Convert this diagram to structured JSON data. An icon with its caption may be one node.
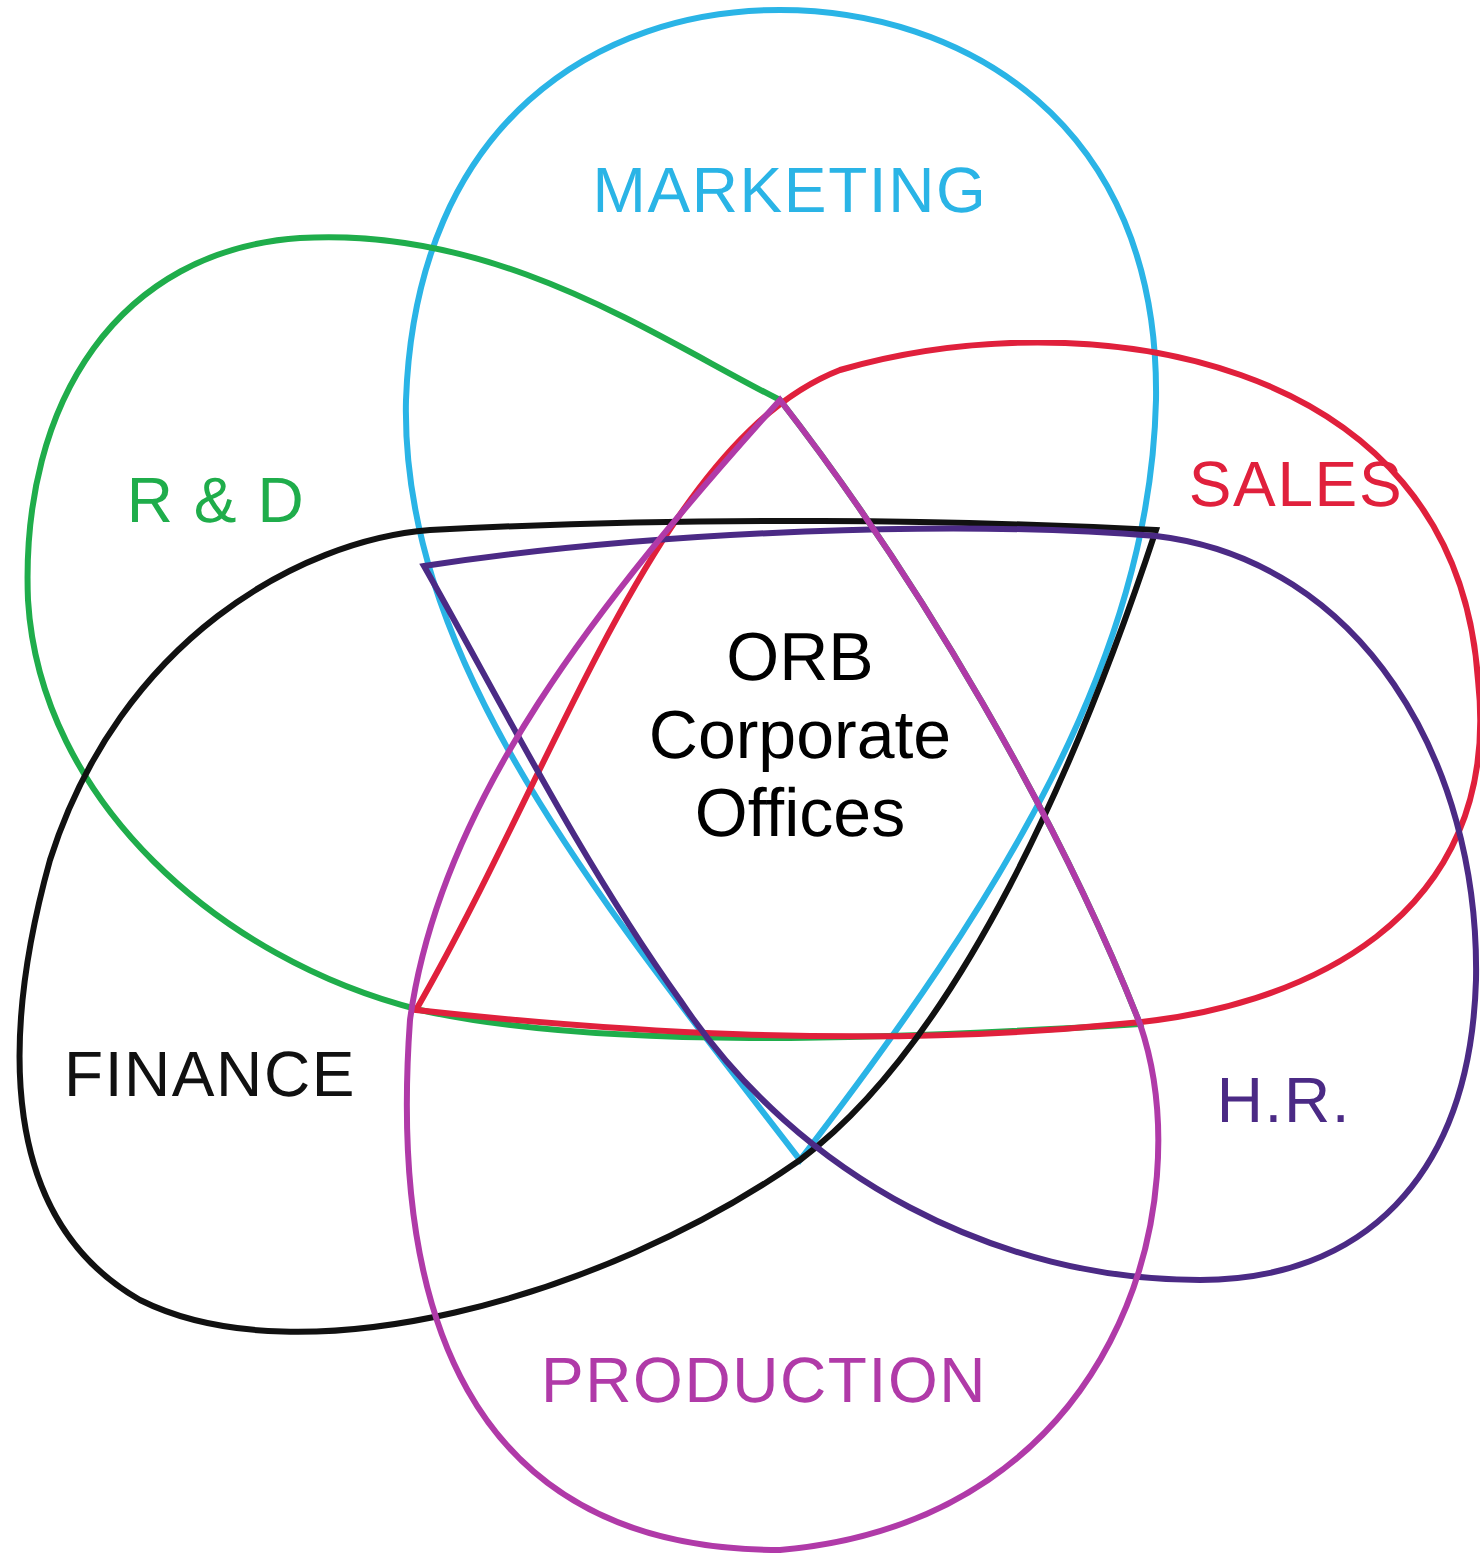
{
  "diagram": {
    "nodes": [
      {
        "text": [
          "MARKETING"
        ]
      },
      {
        "text": [
          "R & D"
        ]
      },
      {
        "text": [
          "SALES"
        ]
      },
      {
        "text": [
          "FINANCE"
        ]
      },
      {
        "text": [
          "H.R."
        ]
      },
      {
        "text": [
          "PRODUCTION"
        ]
      }
    ],
    "labels": [
      "ORB Corporate Offices"
    ]
  }
}
